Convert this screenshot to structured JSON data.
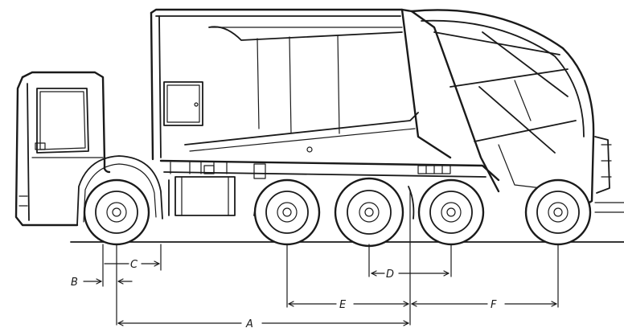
{
  "diagram": {
    "subject": "refuse-collection-truck-side-elevation",
    "dimension_labels": {
      "a": "A",
      "b": "B",
      "c": "C",
      "d": "D",
      "e": "E",
      "f": "F"
    },
    "colors": {
      "ink": "#1a1a1a",
      "paper": "#ffffff"
    }
  }
}
